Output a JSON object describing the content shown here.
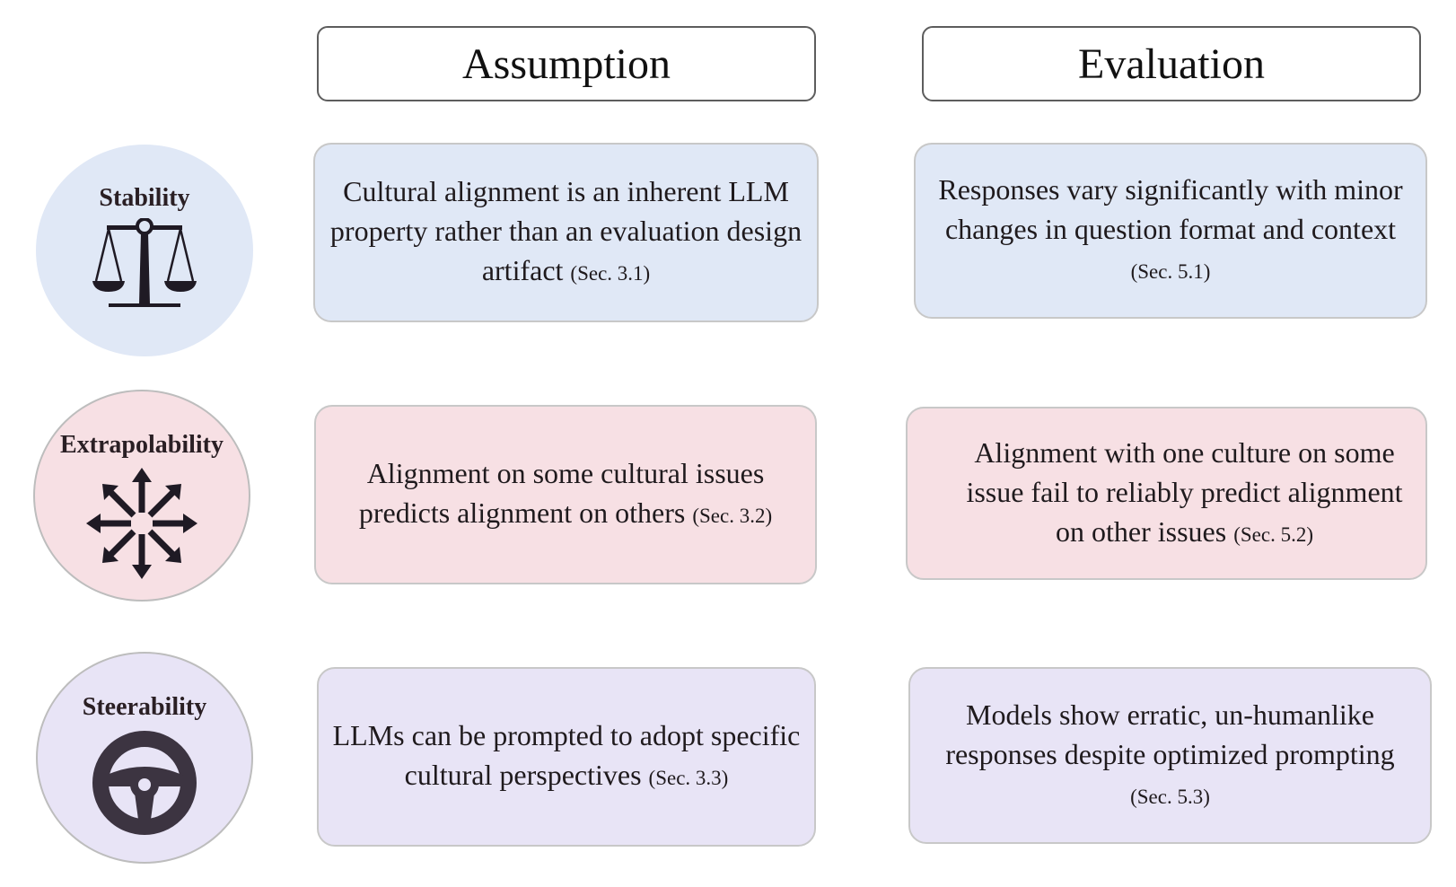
{
  "headers": {
    "assumption": "Assumption",
    "evaluation": "Evaluation"
  },
  "rows": [
    {
      "name": "Stability",
      "icon": "scale-icon",
      "color": "#e0e8f6",
      "assumption": "Cultural alignment is an inherent LLM property rather than an evaluation design artifact",
      "assumption_ref": "(Sec. 3.1)",
      "evaluation": "Responses vary significantly with minor changes in question format and context",
      "evaluation_ref": "(Sec. 5.1)"
    },
    {
      "name": "Extrapolability",
      "icon": "arrows-out-icon",
      "color": "#f7e0e4",
      "assumption": "Alignment on some cultural issues predicts alignment on others",
      "assumption_ref": "(Sec. 3.2)",
      "evaluation": "Alignment with one culture on some issue fail to reliably predict alignment on other issues",
      "evaluation_ref": "(Sec. 5.2)"
    },
    {
      "name": "Steerability",
      "icon": "steering-wheel-icon",
      "color": "#e8e4f6",
      "assumption": "LLMs can be prompted to adopt specific cultural perspectives",
      "assumption_ref": "(Sec. 3.3)",
      "evaluation": "Models show erratic, un-humanlike responses despite optimized prompting",
      "evaluation_ref": "(Sec. 5.3)"
    }
  ]
}
